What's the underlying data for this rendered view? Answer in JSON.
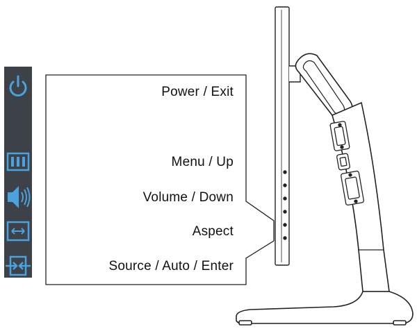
{
  "labels": {
    "power": "Power / Exit",
    "menu": "Menu / Up",
    "volume": "Volume / Down",
    "aspect": "Aspect",
    "source": "Source / Auto / Enter"
  },
  "icons": {
    "power": "power-icon",
    "menu": "menu-icon",
    "volume": "volume-icon",
    "aspect": "aspect-icon",
    "source": "source-icon"
  },
  "colors": {
    "icon_blue": "#4aa3df",
    "strip": "#3d4148",
    "line": "#222222"
  }
}
